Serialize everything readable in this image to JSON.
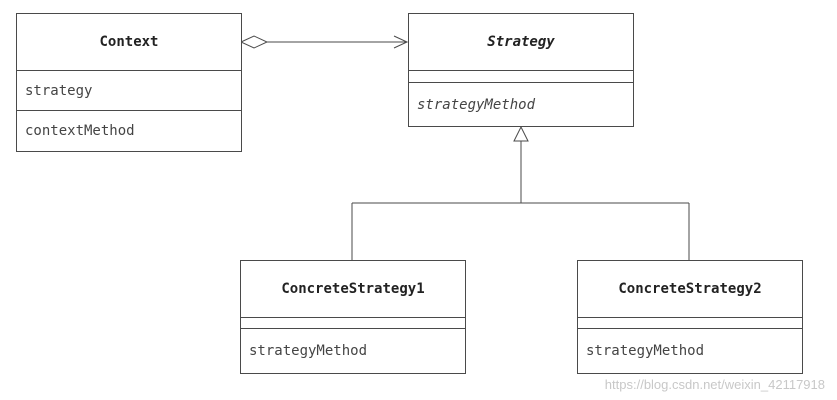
{
  "classes": {
    "context": {
      "name": "Context",
      "attribute": "strategy",
      "method": "contextMethod"
    },
    "strategy": {
      "name": "Strategy",
      "attribute": "",
      "method": "strategyMethod"
    },
    "concrete1": {
      "name": "ConcreteStrategy1",
      "attribute": "",
      "method": "strategyMethod"
    },
    "concrete2": {
      "name": "ConcreteStrategy2",
      "attribute": "",
      "method": "strategyMethod"
    }
  },
  "watermark": "https://blog.csdn.net/weixin_42117918",
  "colors": {
    "line": "#4a4a4a",
    "text": "#333333",
    "watermark": "#c8c8c8"
  }
}
